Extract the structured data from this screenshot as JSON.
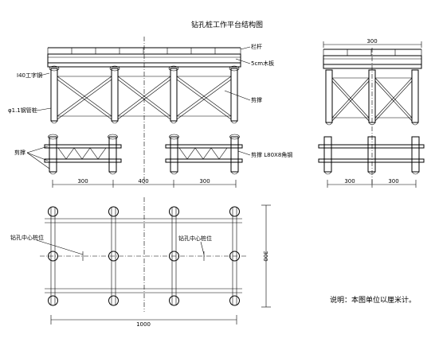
{
  "title": "钻孔桩工作平台结构图",
  "labels": {
    "rail": "栏杆",
    "plank": "5cm木板",
    "i_beam": "I40工字钢",
    "pile": "φ1.1钢管桩",
    "brace_front": "剪撑",
    "brace_left": "剪撑",
    "brace_bottom": "剪撑 L80X8角钢",
    "pile_center_1": "钻孔中心桩位",
    "pile_center_2": "钻孔中心桩位"
  },
  "dims": {
    "front_1": "300",
    "front_2": "400",
    "front_3": "300",
    "side_top": "300",
    "side_1": "300",
    "side_2": "300",
    "plan_bottom": "1000",
    "plan_right": "300"
  },
  "note": "说明：本图单位以厘米计。"
}
